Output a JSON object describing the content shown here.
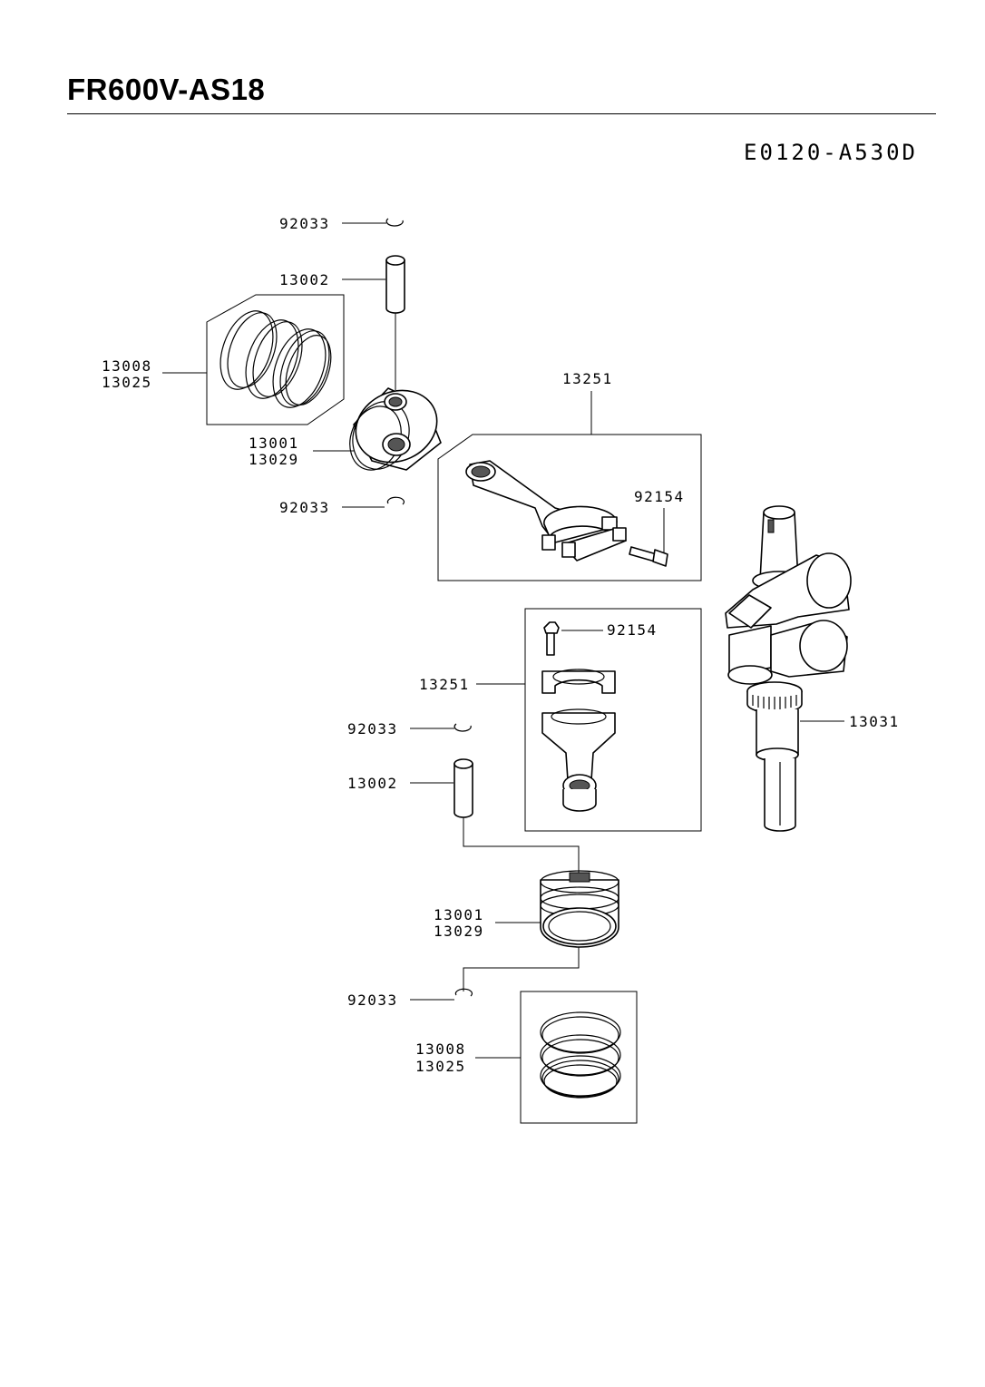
{
  "header": {
    "title": "FR600V-AS18",
    "diagram_code": "E0120-A530D"
  },
  "callouts": [
    {
      "id": "c1",
      "text": "92033"
    },
    {
      "id": "c2",
      "text": "13002"
    },
    {
      "id": "c3a",
      "text": "13008"
    },
    {
      "id": "c3b",
      "text": "13025"
    },
    {
      "id": "c4a",
      "text": "13001"
    },
    {
      "id": "c4b",
      "text": "13029"
    },
    {
      "id": "c5",
      "text": "92033"
    },
    {
      "id": "c6",
      "text": "13251"
    },
    {
      "id": "c7",
      "text": "92154"
    },
    {
      "id": "c8",
      "text": "92154"
    },
    {
      "id": "c9",
      "text": "13251"
    },
    {
      "id": "c10",
      "text": "92033"
    },
    {
      "id": "c11",
      "text": "13002"
    },
    {
      "id": "c12",
      "text": "13031"
    },
    {
      "id": "c13a",
      "text": "13001"
    },
    {
      "id": "c13b",
      "text": "13029"
    },
    {
      "id": "c14",
      "text": "92033"
    },
    {
      "id": "c15a",
      "text": "13008"
    },
    {
      "id": "c15b",
      "text": "13025"
    }
  ]
}
